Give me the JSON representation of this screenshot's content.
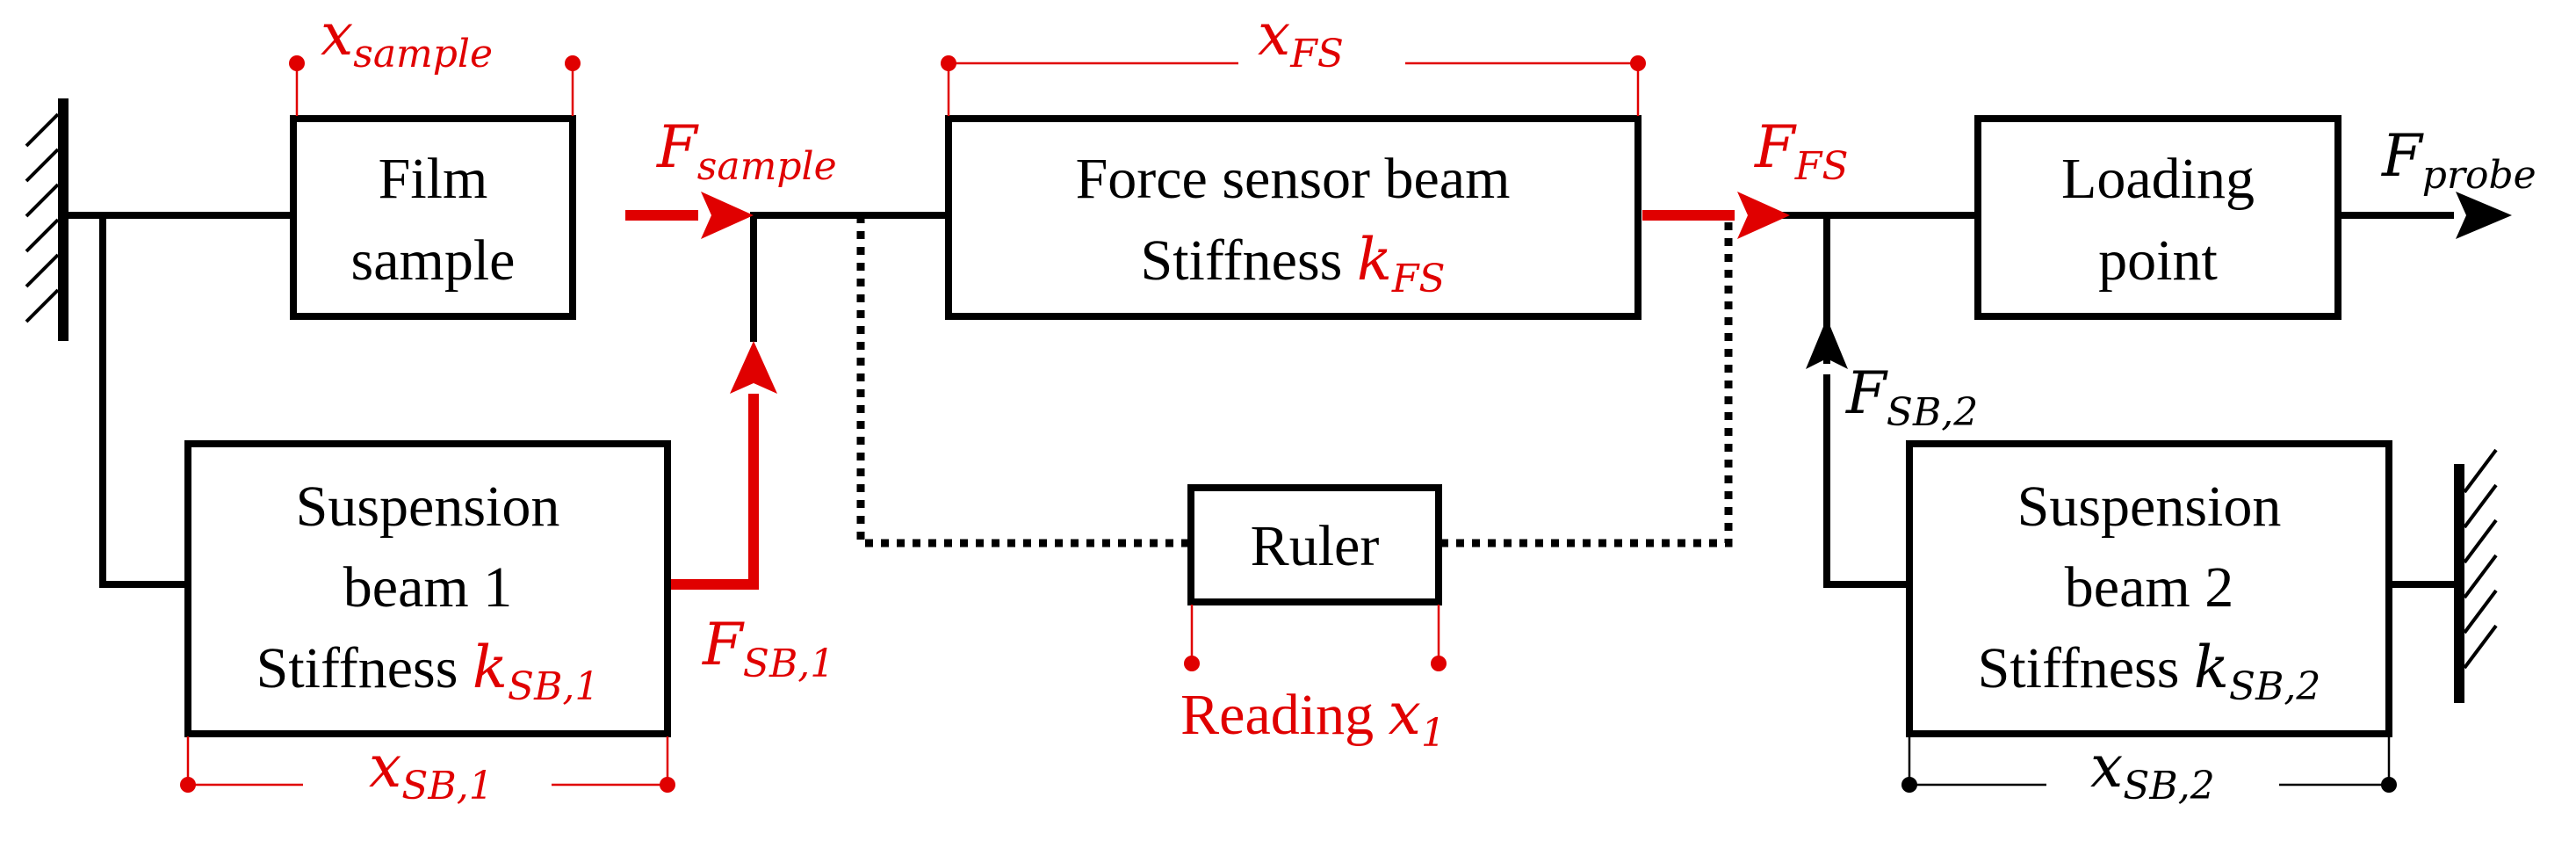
{
  "blocks": {
    "film_sample": [
      "Film",
      "sample"
    ],
    "force_sensor": {
      "line1": "Force sensor beam",
      "line2_prefix": "Stiffness "
    },
    "loading_point": [
      "Loading",
      "point"
    ],
    "suspension_1": {
      "line1": "Suspension",
      "line2": "beam 1",
      "line3_prefix": "Stiffness "
    },
    "suspension_2": {
      "line1": "Suspension",
      "line2": "beam 2",
      "line3_prefix": "Stiffness "
    },
    "ruler": "Ruler"
  },
  "symbols": {
    "k_fs": {
      "base": "k",
      "sub": "FS"
    },
    "k_sb1": {
      "base": "k",
      "sub": "SB,1"
    },
    "k_sb2": {
      "base": "k",
      "sub": "SB,2"
    },
    "f_sample": {
      "base": "F",
      "sub": "sample"
    },
    "f_fs": {
      "base": "F",
      "sub": "FS"
    },
    "f_probe": {
      "base": "F",
      "sub": "probe"
    },
    "f_sb1": {
      "base": "F",
      "sub": "SB,1"
    },
    "f_sb2": {
      "base": "F",
      "sub": "SB,2"
    },
    "x_sample": {
      "base": "x",
      "sub": "sample"
    },
    "x_fs": {
      "base": "x",
      "sub": "FS"
    },
    "x_sb1": {
      "base": "x",
      "sub": "SB,1"
    },
    "x_sb2": {
      "base": "x",
      "sub": "SB,2"
    },
    "reading": {
      "prefix": "Reading ",
      "base": "x",
      "sub": "1"
    }
  },
  "colors": {
    "highlight": "#e00000",
    "line": "#000000"
  }
}
